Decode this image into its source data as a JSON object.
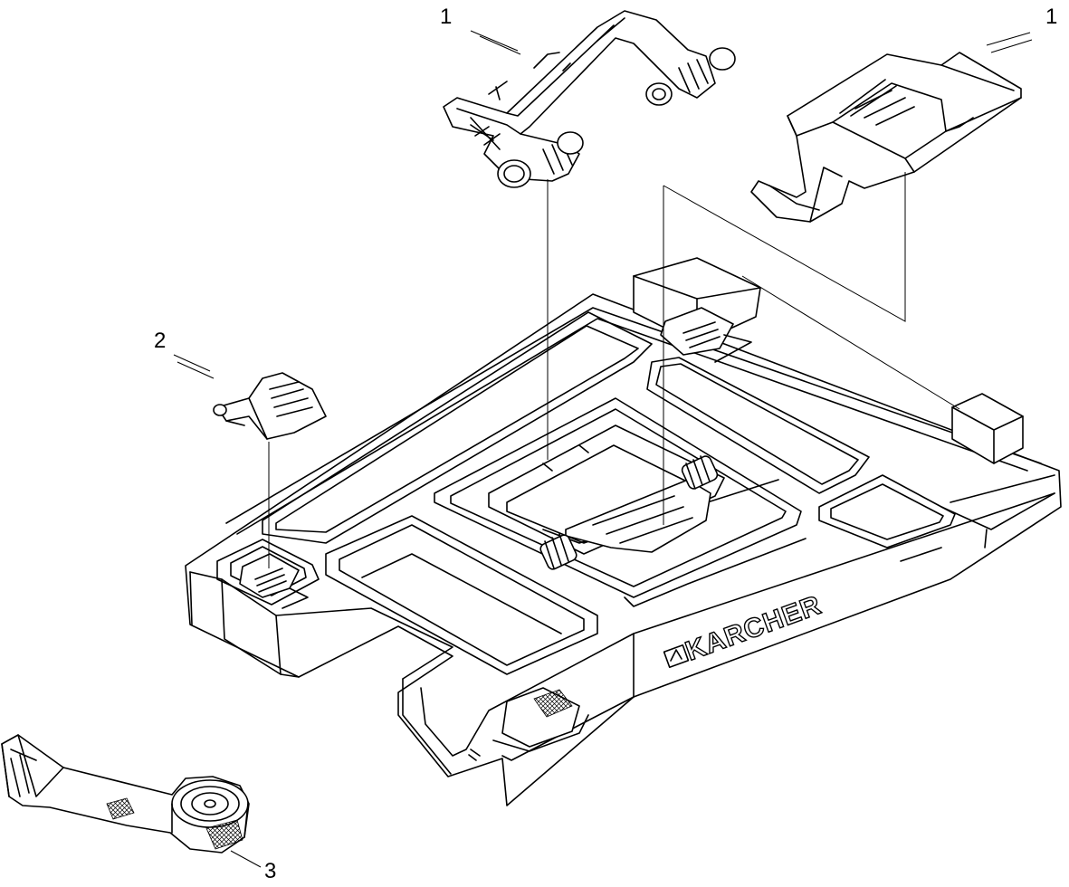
{
  "diagram": {
    "callouts": {
      "handle_left": "1",
      "handle_right": "1",
      "clip": "2",
      "strap": "3"
    },
    "brand_text": "KARCHER",
    "line_color": "#000000",
    "background_color": "#ffffff"
  }
}
